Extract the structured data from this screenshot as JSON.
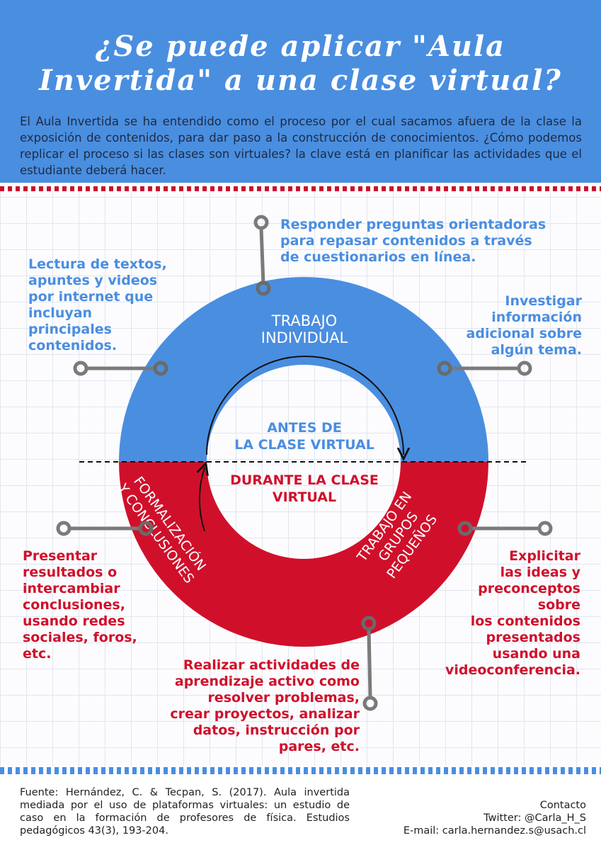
{
  "header": {
    "title_line1": "¿Se puede aplicar \"Aula",
    "title_line2": "Invertida\" a una clase virtual?",
    "intro": "El Aula Invertida se ha entendido como el proceso por el cual sacamos afuera de la clase la exposición de contenidos, para dar paso a la construcción de conocimientos. ¿Cómo podemos replicar el proceso si las clases son virtuales? la clave está en planificar las actividades que el estudiante deberá hacer."
  },
  "diagram": {
    "top_segment_label_1": "TRABAJO",
    "top_segment_label_2": "INDIVIDUAL",
    "inner_top_1": "ANTES DE",
    "inner_top_2": "LA CLASE VIRTUAL",
    "inner_bottom_1": "DURANTE LA CLASE",
    "inner_bottom_2": "VIRTUAL",
    "left_segment_1": "FORMALIZACIÓN",
    "left_segment_2": "Y CONCLUSIONES",
    "right_segment_1": "TRABAJO EN",
    "right_segment_2": "GRUPOS",
    "right_segment_3": "PEQUEÑOS"
  },
  "notes": {
    "top": [
      "Responder preguntas orientadoras",
      "para repasar contenidos a través",
      "de cuestionarios en línea."
    ],
    "upper_left": [
      "Lectura de textos,",
      "apuntes y videos",
      "por internet que",
      "incluyan",
      "principales",
      "contenidos."
    ],
    "upper_right": [
      "Investigar",
      "información",
      "adicional sobre",
      "algún tema."
    ],
    "lower_left": [
      "Presentar",
      "resultados o",
      "intercambiar",
      "conclusiones,",
      "usando redes",
      "sociales, foros,",
      "etc."
    ],
    "lower_right": [
      "Explicitar",
      "las ideas y",
      "preconceptos",
      "sobre",
      "los contenidos",
      "presentados",
      "usando una",
      "videoconferencia."
    ],
    "bottom": [
      "Realizar actividades de",
      "aprendizaje activo como",
      "resolver problemas,",
      "crear proyectos, analizar",
      "datos, instrucción por",
      "pares, etc."
    ]
  },
  "footer": {
    "source": "Fuente: Hernández, C. & Tecpan, S. (2017). Aula invertida mediada por el uso de plataformas virtuales: un estudio de caso en la formación de profesores de física. Estudios pedagógicos 43(3), 193-204.",
    "contact_label": "Contacto",
    "twitter": "Twitter: @Carla_H_S",
    "email": "E-mail: carla.hernandez.s@usach.cl"
  },
  "colors": {
    "blue": "#4a8ee0",
    "red": "#d0102b",
    "connector": "#7a7a7a"
  }
}
